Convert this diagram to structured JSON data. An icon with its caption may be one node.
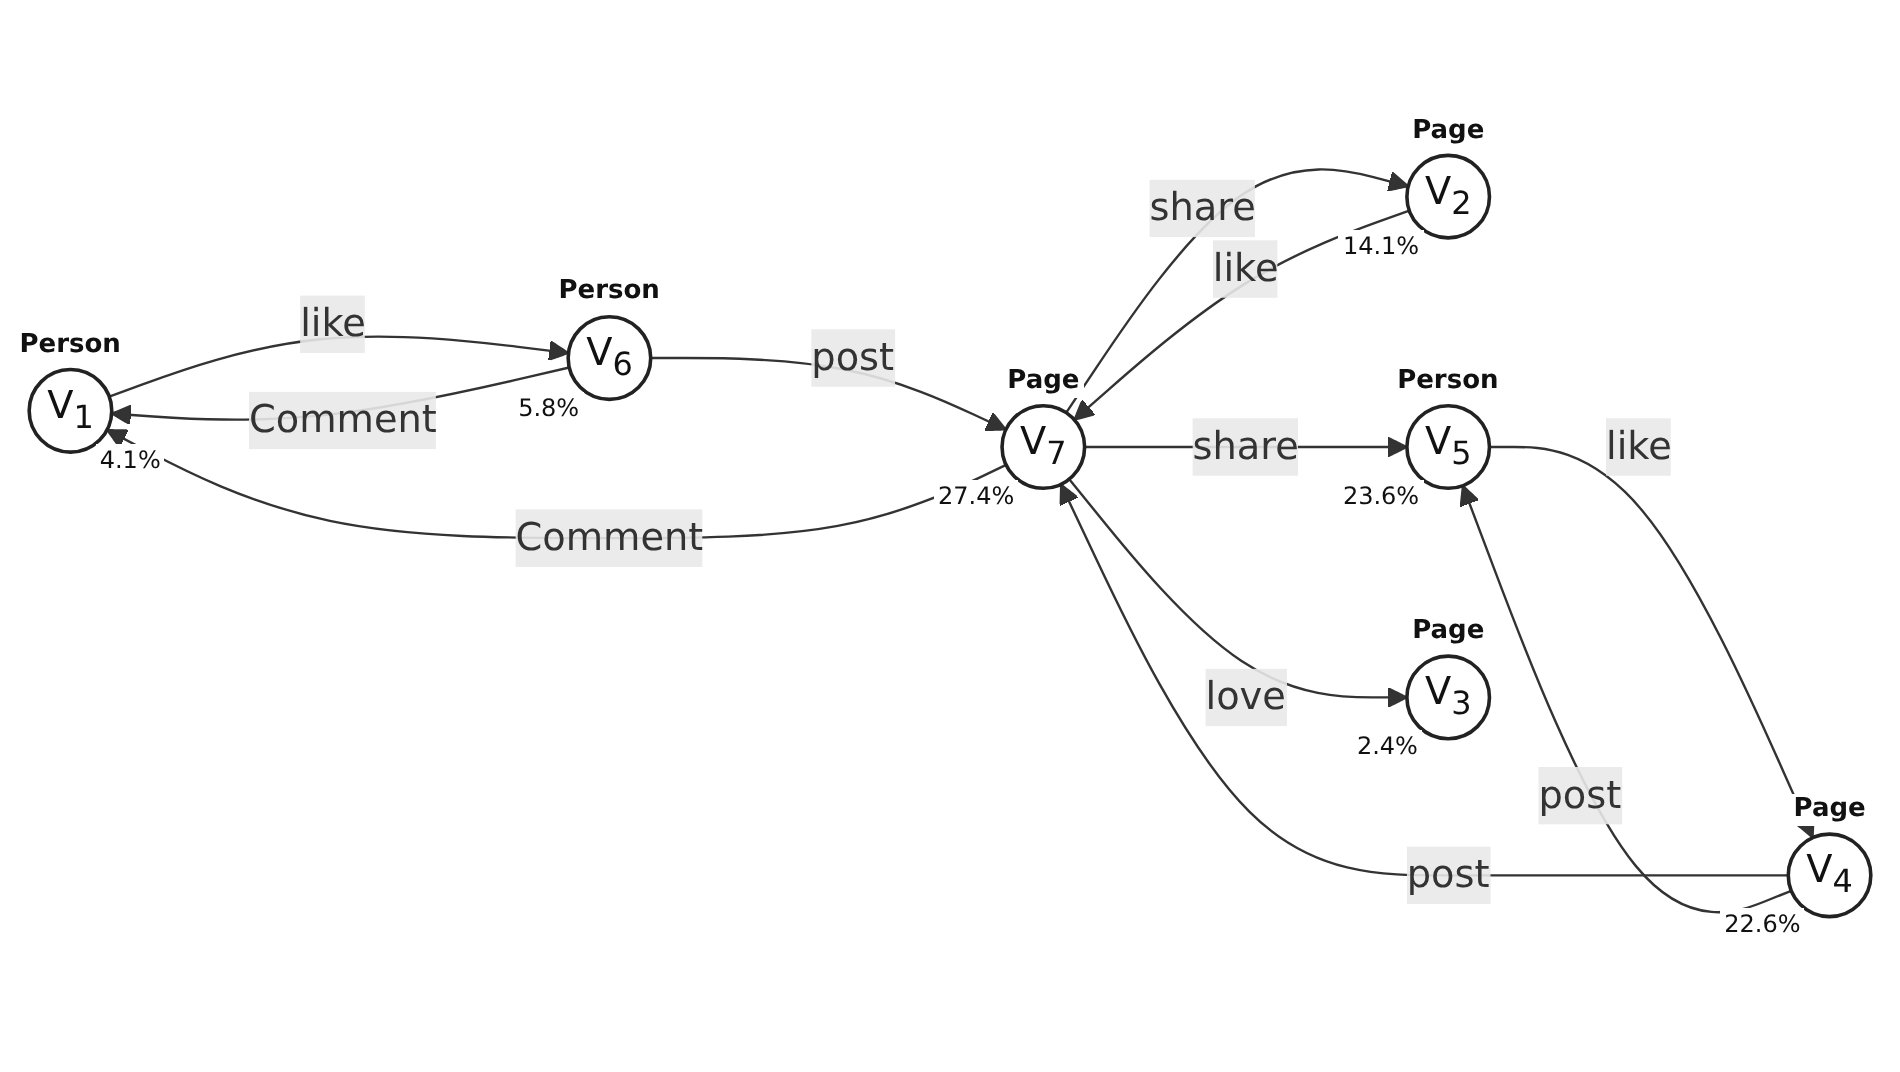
{
  "diagram": {
    "nodes": [
      {
        "text": [
          "Person",
          "V$_{1}$"
        ],
        "beside": [
          "4.1%"
        ]
      },
      {
        "text": [
          "Person",
          "V$_{6}$"
        ],
        "beside": [
          "5.8%"
        ]
      },
      {
        "text": [
          "Page",
          "V$_{7}$"
        ],
        "beside": [
          "27.4%"
        ]
      },
      {
        "text": [
          "Page",
          "V$_{2}$"
        ],
        "beside": [
          "14.1%"
        ]
      },
      {
        "text": [
          "Person",
          "V$_{5}$"
        ],
        "beside": [
          "23.6%"
        ]
      },
      {
        "text": [
          "Page",
          "V$_{3}$"
        ],
        "beside": [
          "2.4%"
        ]
      },
      {
        "text": [
          "Page",
          "V$_{4}$"
        ],
        "beside": [
          "22.6%"
        ]
      }
    ],
    "edges": [
      {
        "from": 1,
        "to": 0,
        "arrow": "to",
        "label": "Comment"
      },
      {
        "from": 0,
        "to": 1,
        "arrow": "to",
        "label": "like"
      },
      {
        "from": 1,
        "to": 2,
        "arrow": "to",
        "label": "post"
      },
      {
        "from": 2,
        "to": 0,
        "arrow": "to",
        "label": "Comment"
      },
      {
        "from": 2,
        "to": 3,
        "arrow": "to",
        "label": "share"
      },
      {
        "from": 3,
        "to": 2,
        "arrow": "to",
        "label": "like"
      },
      {
        "from": 2,
        "to": 4,
        "arrow": "to",
        "label": "share"
      },
      {
        "from": 6,
        "to": 2,
        "arrow": "to",
        "label": "post"
      },
      {
        "from": 6,
        "to": 4,
        "arrow": "to",
        "label": "post"
      },
      {
        "from": 4,
        "to": 6,
        "arrow": "to",
        "label": "like"
      },
      {
        "from": 2,
        "to": 5,
        "arrow": "to",
        "label": "love"
      }
    ]
  }
}
